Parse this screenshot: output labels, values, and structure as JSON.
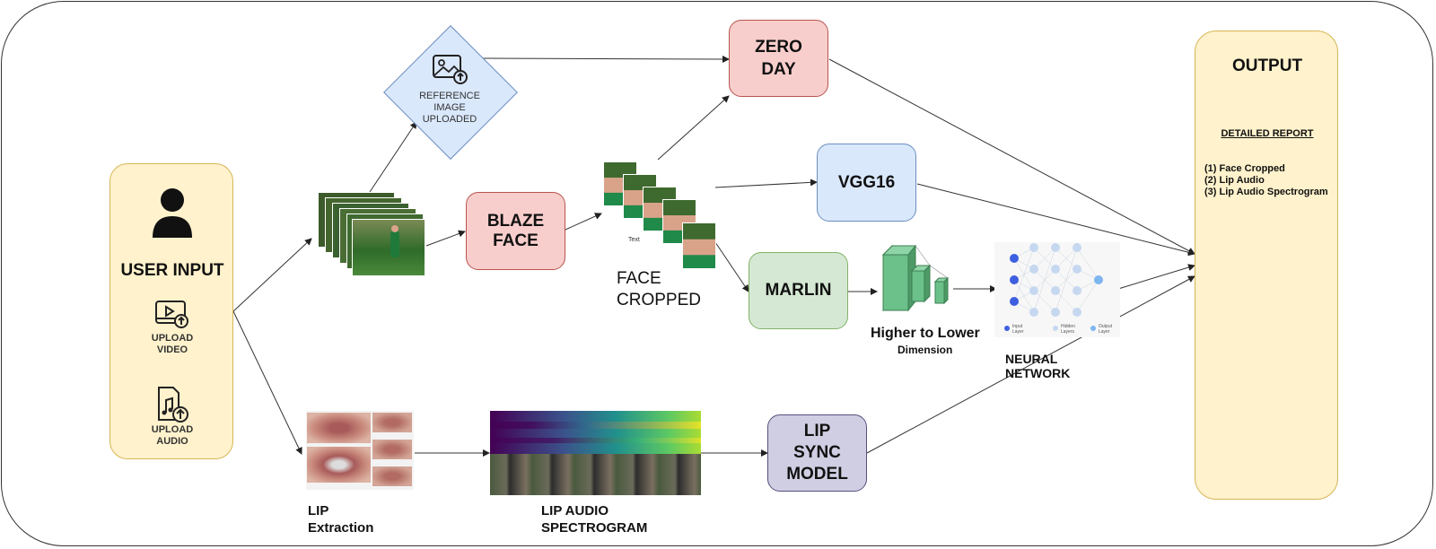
{
  "user_input": {
    "title": "USER INPUT",
    "upload_video": [
      "UPLOAD",
      "VIDEO"
    ],
    "upload_audio": [
      "UPLOAD",
      "AUDIO"
    ]
  },
  "reference_image": [
    "REFERENCE",
    "IMAGE",
    "UPLOADED"
  ],
  "blaze_face": [
    "BLAZE",
    "FACE"
  ],
  "zero_day": [
    "ZERO",
    "DAY"
  ],
  "vgg16": "VGG16",
  "marlin": "MARLIN",
  "face_cropped": [
    "FACE",
    "CROPPED"
  ],
  "face_cropped_caption": "Text",
  "higher_to_lower": "Higher to Lower",
  "dimension": "Dimension",
  "neural_network": [
    "NEURAL",
    "NETWORK"
  ],
  "nn_legend": {
    "input": "Input Layer",
    "hidden": "Hidden Layers",
    "output": "Output Layer"
  },
  "lip_extraction": [
    "LIP",
    "Extraction"
  ],
  "lip_audio_spectrogram": [
    "LIP AUDIO",
    "SPECTROGRAM"
  ],
  "lip_sync_model": [
    "LIP",
    "SYNC",
    "MODEL"
  ],
  "output": {
    "title": "OUTPUT",
    "report_heading": "DETAILED REPORT",
    "items": [
      "(1) Face Cropped",
      "(2) Lip Audio",
      "(3) Lip Audio Spectrogram"
    ]
  },
  "colors": {
    "pink": "#f8cecc",
    "blue": "#dae8fc",
    "green": "#d5e8d4",
    "purple": "#d0cee2",
    "yellow": "#fff2cc"
  }
}
